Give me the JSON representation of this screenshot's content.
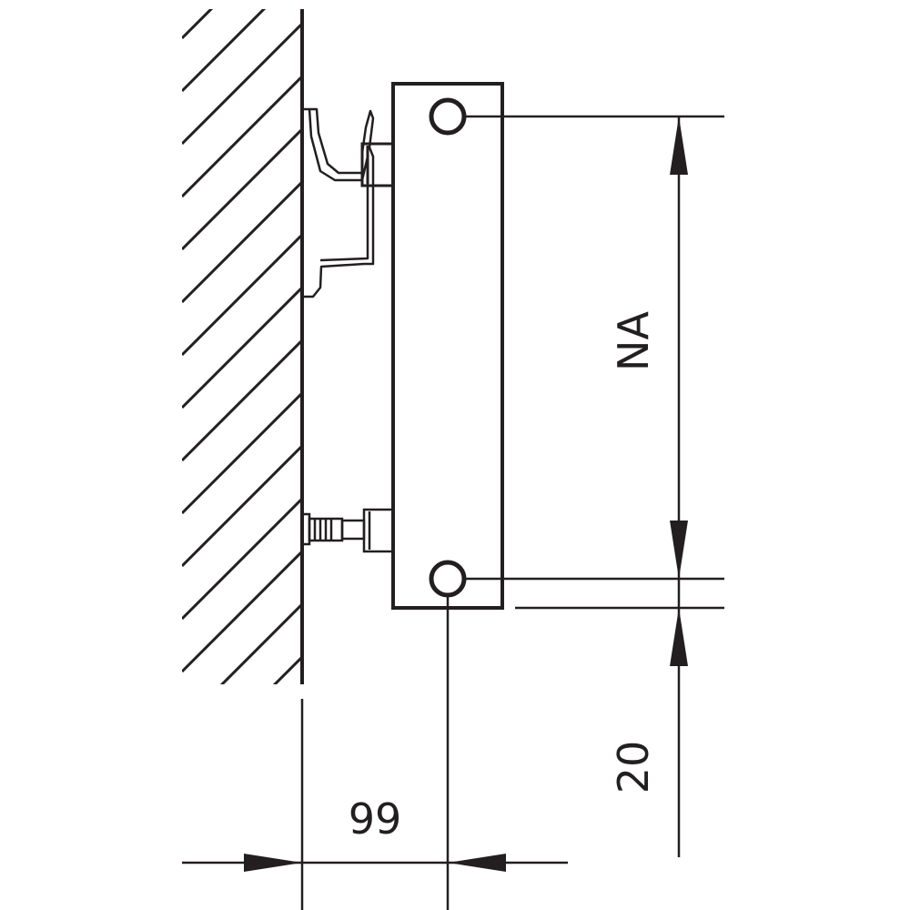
{
  "dimensions": {
    "na_label": "NA",
    "vertical_offset_label": "20",
    "horizontal_depth_label": "99"
  },
  "colors": {
    "line": "#231f20",
    "background": "#ffffff"
  }
}
